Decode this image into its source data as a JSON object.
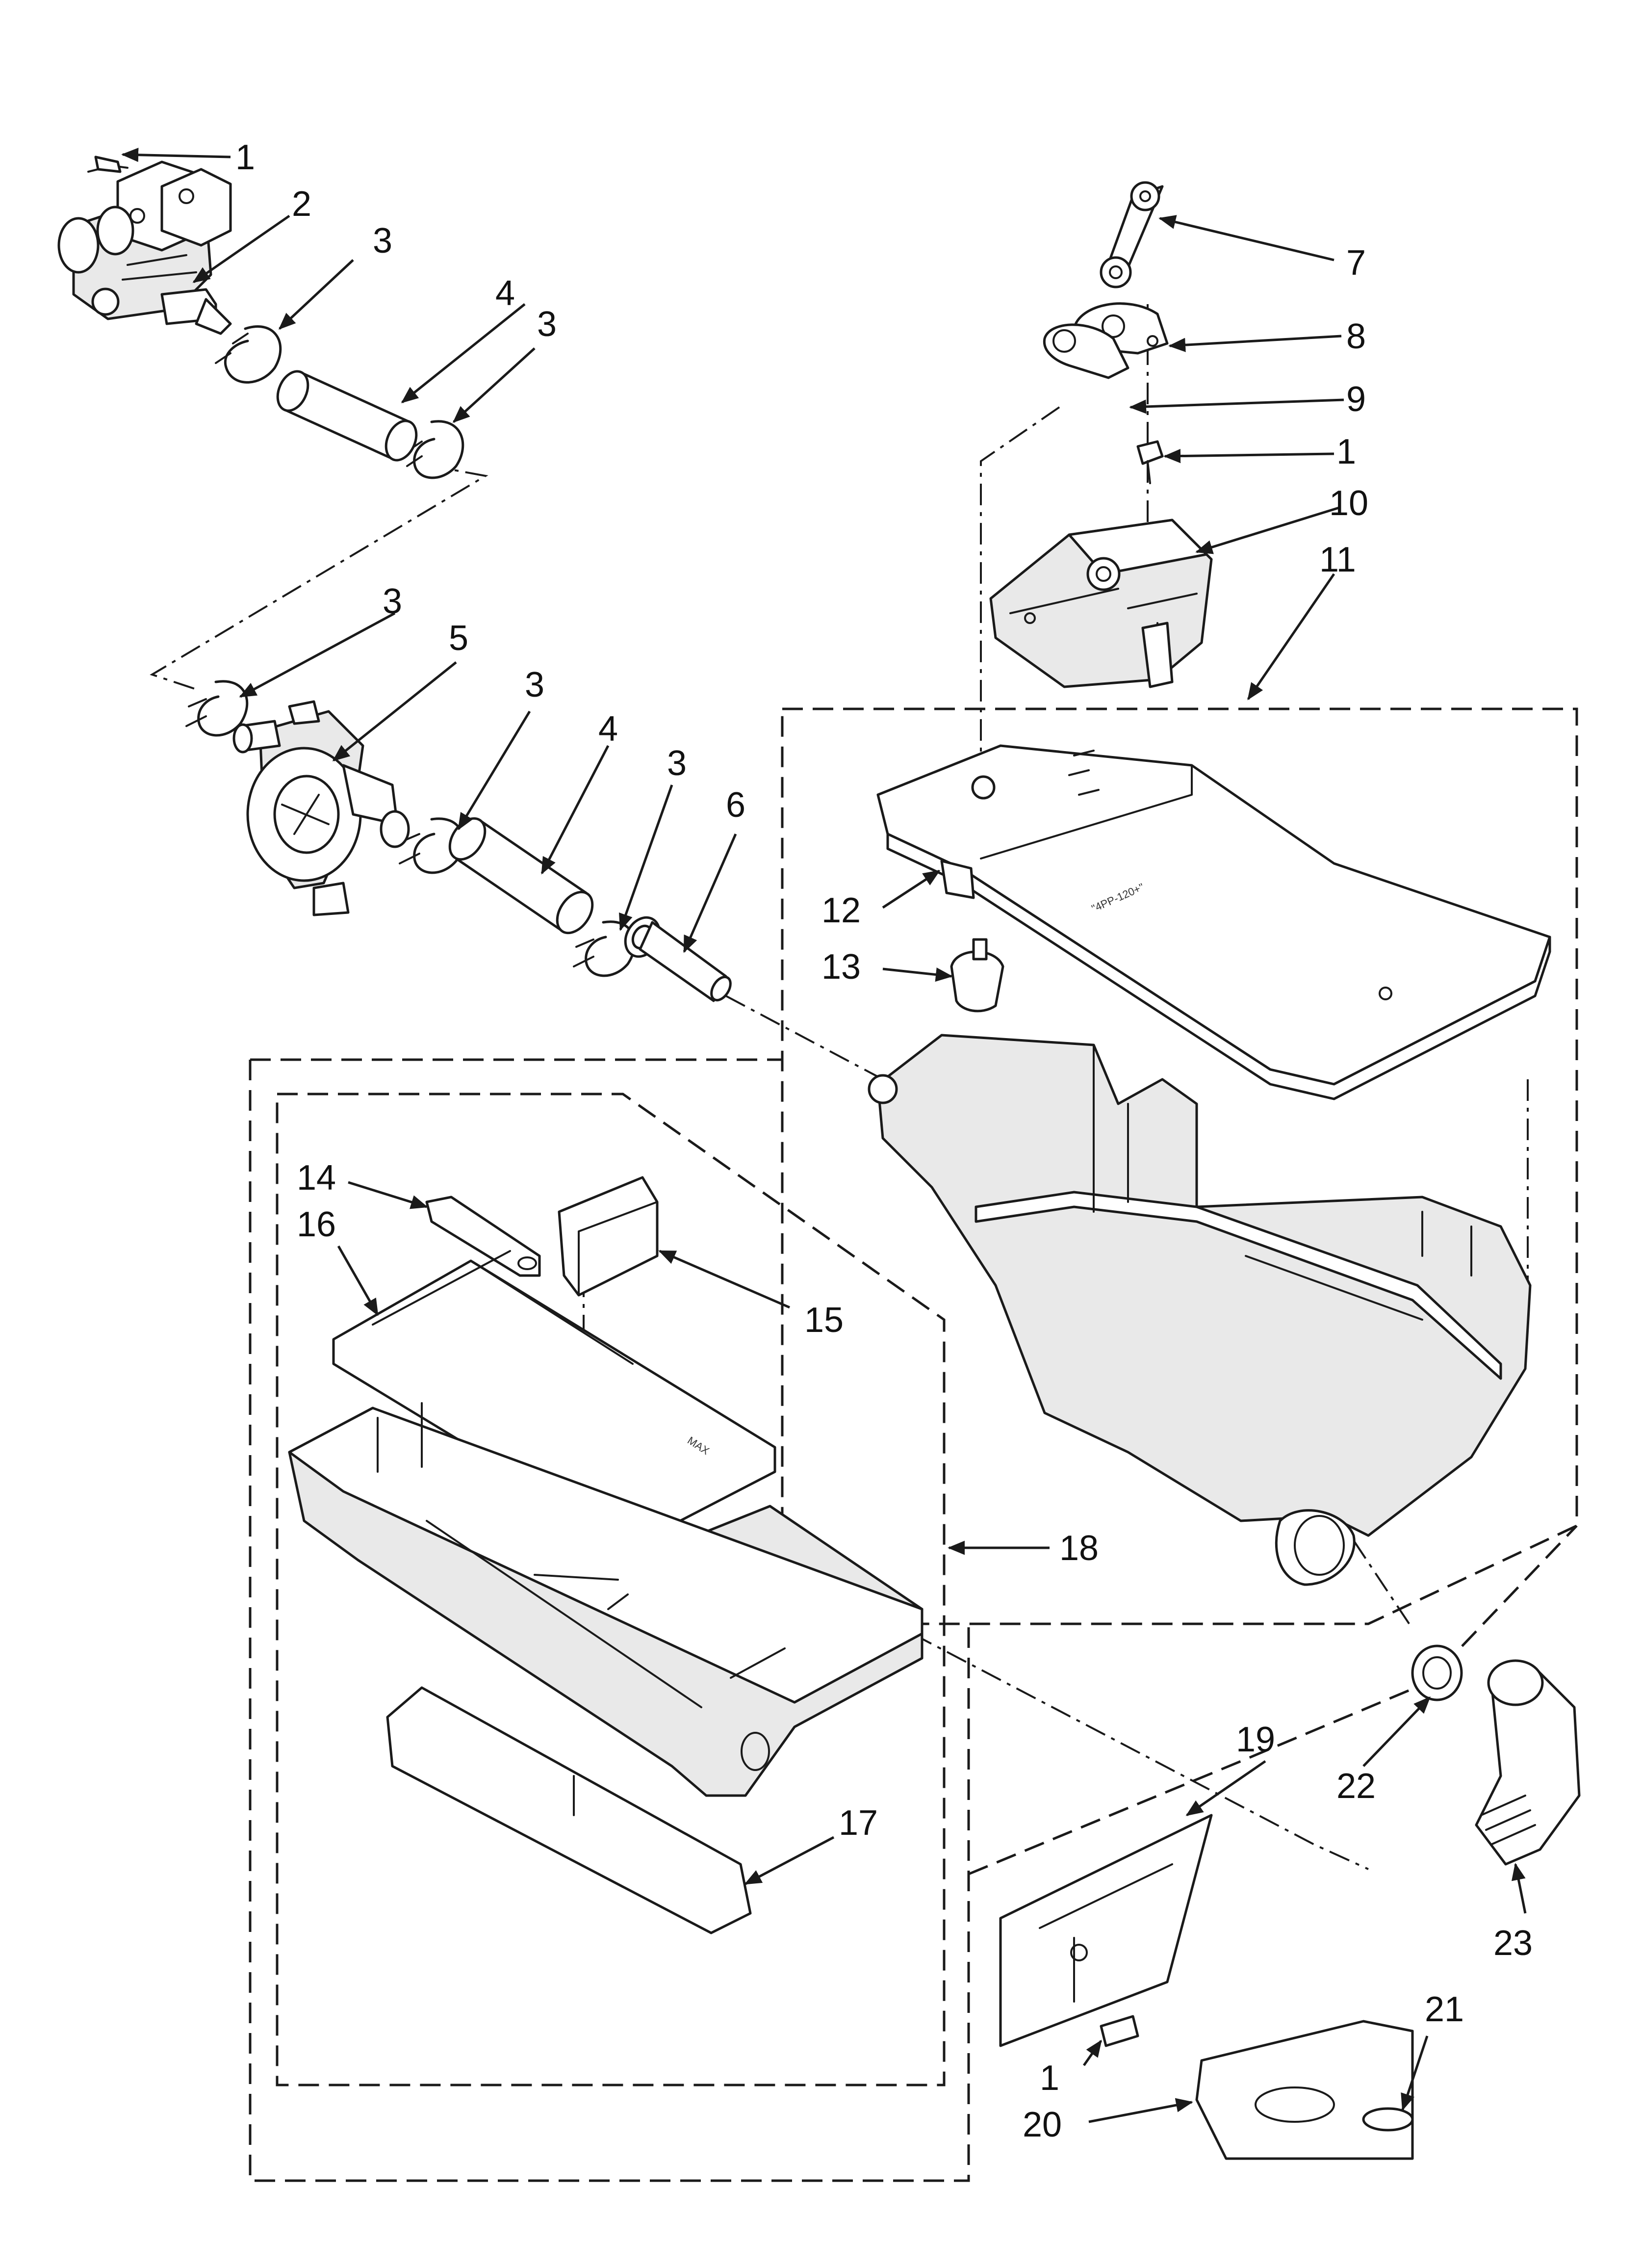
{
  "diagram": {
    "labels": {
      "c1_screw_valve": "1",
      "c2_valve": "2",
      "c3_clamp_a": "3",
      "c4_hose_a": "4",
      "c3_clamp_b": "3",
      "c3_clamp_c": "3",
      "c5_vacuum_break": "5",
      "c3_clamp_d": "3",
      "c4_hose_b": "4",
      "c3_clamp_e": "3",
      "c6_nozzle": "6",
      "c7_lever": "7",
      "c8_plate": "8",
      "c9_gasket": "9",
      "c1_screw_motor": "1",
      "c10_motor": "10",
      "c11_cover_group": "11",
      "c12_clip": "12",
      "c13_cap": "13",
      "c14_siphon": "14",
      "c16_tray_cover": "16",
      "c15_cap": "15",
      "c18_drawer_group": "18",
      "c17_handle": "17",
      "c19_panel_group": "19",
      "c22_ring": "22",
      "c23_hose": "23",
      "c21_badge": "21",
      "c1_screw_panel": "1",
      "c20_front": "20"
    }
  }
}
